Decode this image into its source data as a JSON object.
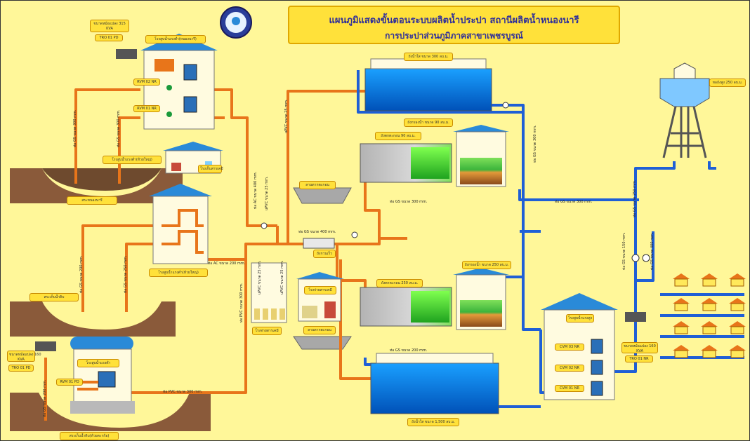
{
  "title": {
    "line1": "แผนภูมิแสดงขั้นตอนระบบผลิตน้ำประปา สถานีผลิตน้ำหนองนารี",
    "line2": "การประปาส่วนภูมิภาคสาขาเพชรบูรณ์"
  },
  "colors": {
    "background": "#fff799",
    "pipe_orange": "#e8751a",
    "pipe_blue": "#1f5fd6",
    "water": "#0a7cd6",
    "roof": "#2a8ad8",
    "ground": "#8a5a3a",
    "tag_fill": "#ffe13a"
  },
  "tags": {
    "transformer_top": [
      "ขนาดหม้อแปลง 315",
      "KVA"
    ],
    "transformer_top_code": "TRO 01 PD",
    "raw_pump_house_top": "โรงสูบน้ำแรงต่ำ(หนองนารี)",
    "rvm02": "RVM 02 NR",
    "rvm01": "RVM 01 NR",
    "raw_pump_house_mid": "โรงสูบน้ำแรงต่ำ(ห้วยใหญ่)",
    "chem_house": "โรงเก็บสารเคมี",
    "pond_top": "สระหนองนารี",
    "chlorine_house": "โรงสูบน้ำแรงต่ำ(ห้วยใหญ่)",
    "pond_mid": "สระเก็บน้ำดิบ",
    "transformer_bottom": [
      "ขนาดหม้อแปลง 160",
      "KVA"
    ],
    "transformer_bottom_code": "TRO 01 PD",
    "raw_pump_house_bottom": "โรงสูบน้ำแรงต่ำ",
    "rvm01pd": "RVM 01 PD",
    "pond_bottom": "สระเก็บน้ำดิบ(ห้วยตะกร้อ)",
    "elevated_tank": "หอถังสูง 250 ลบ.ม.",
    "sed_tank_top": "ถังตกตะกอน 90 ลบ.ม.",
    "filter_top": "ถังกรองน้ำ ขนาด 90 ลบ.ม.",
    "clear_tank_top": "ถังน้ำใส ขนาด 300 ลบ.ม.",
    "sludge_top": "ลานตากตะกอน",
    "mixer": "ถังกวนเร็ว",
    "chem_building": "โรงจ่ายสารเคมี",
    "chem_building2": "โรงจ่ายสารเคมี",
    "sludge_bottom": "ลานตากตะกอน",
    "sed_tank_bottom": "ถังตกตะกอน 250 ลบ.ม.",
    "filter_bottom": "ถังกรองน้ำ ขนาด 250 ลบ.ม.",
    "clear_tank_bottom": "ถังน้ำใส ขนาด 1,500 ลบ.ม.",
    "high_pump_house": "โรงสูบน้ำแรงสูง",
    "cvm03": "CVM 03 NR",
    "cvm02": "CVM 02 NR",
    "cvm01": "CVM 01 NR",
    "transformer_right": [
      "ขนาดหม้อแปลง 160",
      "KVA"
    ],
    "transformer_right_code": "TRO 01 NR"
  },
  "pipe_labels": {
    "gs300_a": "ท่อ GS ขนาด 300 mm.",
    "gs300_b": "ท่อ GS ขนาด 300 mm.",
    "ac400": "ท่อ AC ขนาด 400 mm.",
    "pvc_25": "uPVC ขนาด 25 mm.",
    "pvc_25b": "uPVC ขนาด 25 mm.",
    "gs400": "ท่อ GS ขนาด 400 mm.",
    "ac200": "ท่อ AC ขนาด 200 mm.",
    "gs200_a": "ท่อ GS ขนาด 200 mm.",
    "gs250": "ท่อ GS ขนาด 250 mm.",
    "pvc300": "ท่อ PVC ขนาด 300 mm.",
    "gs300_c": "ท่อ GS ขนาด 300 mm.",
    "gs300_d": "ท่อ GS ขนาด 300 mm.",
    "gs300_e": "ท่อ GS ขนาด 300 mm.",
    "gs200_b": "ท่อ GS ขนาด 200 mm.",
    "gs250_b": "ท่อ GS ขนาด 250 mm.",
    "gs400_b": "ท่อ GS ขนาด 400 mm.",
    "gs150": "ท่อ GS ขนาด 150 mm.",
    "pvc_25c": "uPVC ขนาด 25 mm.",
    "pvc_25d": "uPVC ขนาด 25 mm.",
    "pvc_300b": "ท่อ PVC ขนาด 300 mm.",
    "gs200_c": "ท่อ GS ขนาด 200 mm."
  },
  "icons": [
    "logo-seal-icon",
    "transformer-icon",
    "motor-pump-icon",
    "control-panel-icon",
    "house-icon",
    "valve-icon",
    "meter-icon"
  ]
}
